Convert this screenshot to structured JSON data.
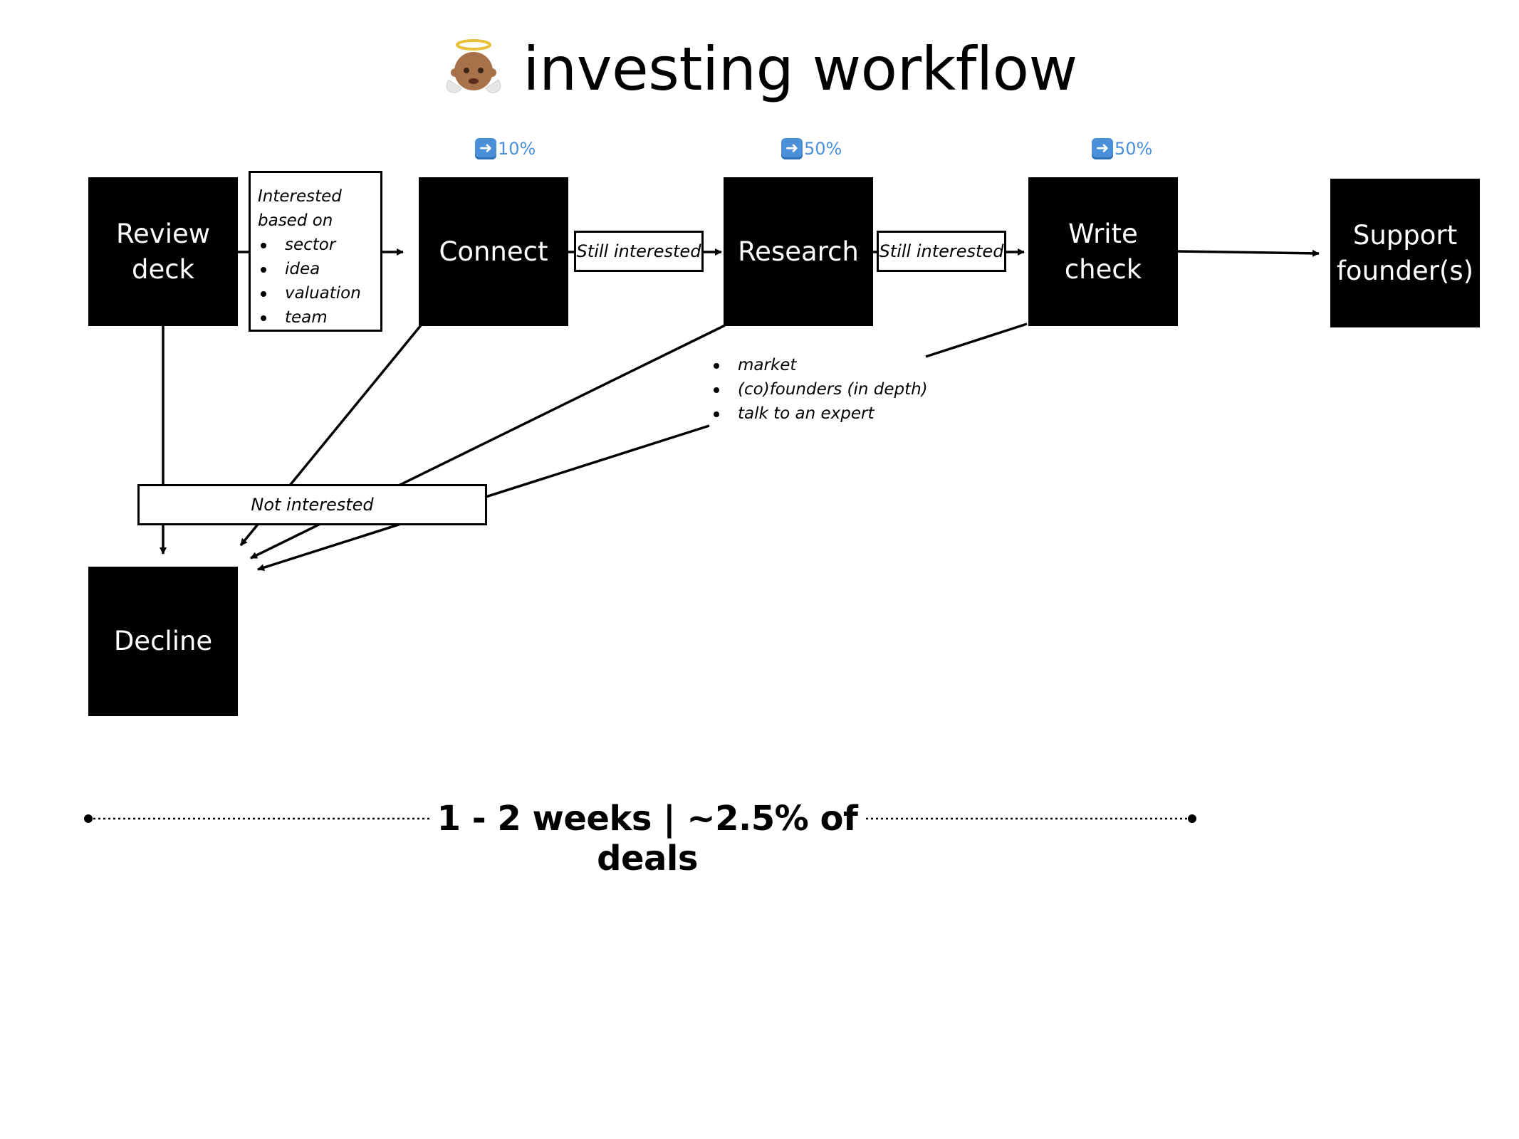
{
  "title": "investing workflow",
  "steps": {
    "review": "Review\ndeck",
    "connect": "Connect",
    "research": "Research",
    "write_check": "Write\ncheck",
    "support": "Support\nfounder(s)",
    "decline": "Decline"
  },
  "criteria": {
    "heading": "Interested\nbased on",
    "items": [
      "sector",
      "idea",
      "valuation",
      "team"
    ]
  },
  "edge_labels": {
    "connect_to_research": "Still interested",
    "research_to_write": "Still interested",
    "not_interested": "Not interested"
  },
  "research_notes": [
    "market",
    "(co)founders (in depth)",
    "talk to an expert"
  ],
  "conversion": {
    "connect": "10%",
    "research": "50%",
    "write_check": "50%"
  },
  "timeline": "1 - 2 weeks | ~2.5% of deals"
}
